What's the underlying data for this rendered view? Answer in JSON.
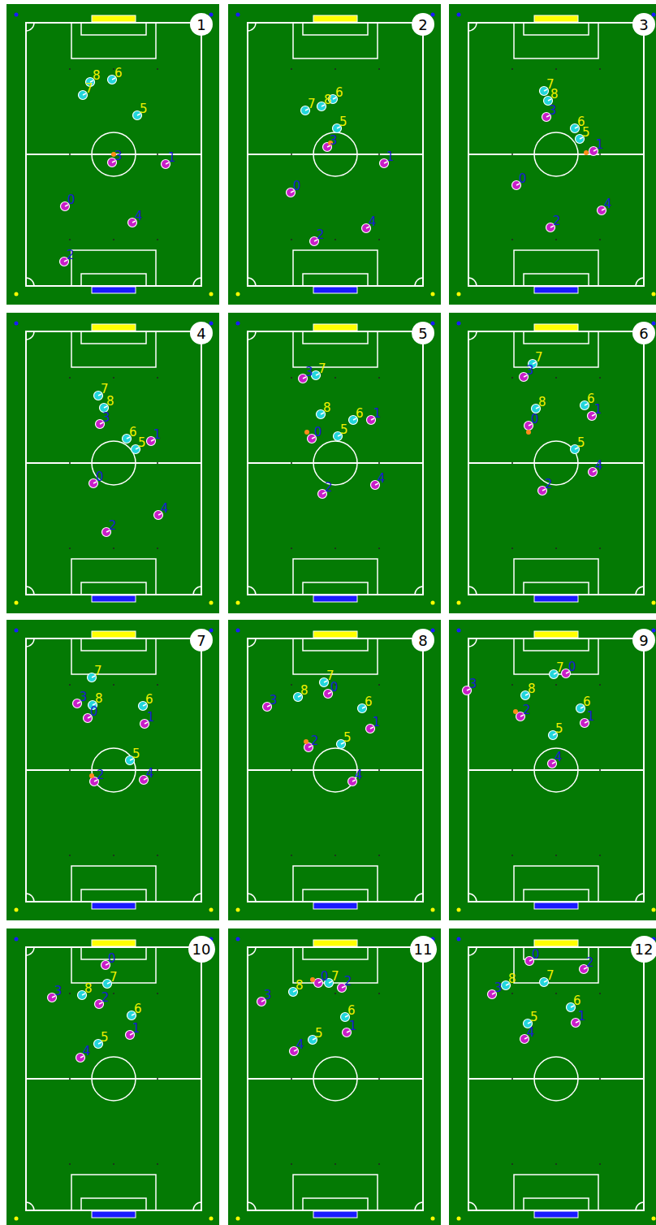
{
  "diagram": {
    "nodes": [
      {
        "text": [
          "1"
        ]
      },
      {
        "text": [
          "2"
        ]
      },
      {
        "text": [
          "3"
        ]
      },
      {
        "text": [
          "4"
        ]
      },
      {
        "text": [
          "5"
        ]
      },
      {
        "text": [
          "6"
        ]
      },
      {
        "text": [
          "7"
        ]
      },
      {
        "text": [
          "8"
        ]
      },
      {
        "text": [
          "9"
        ]
      },
      {
        "text": [
          "10"
        ]
      },
      {
        "text": [
          "11"
        ]
      },
      {
        "text": [
          "12"
        ]
      }
    ],
    "labels": [
      "7",
      "8",
      "6",
      "5",
      "3",
      "1",
      "0",
      "4",
      "2",
      "7",
      "8",
      "6",
      "5",
      "3",
      "1",
      "0",
      "4",
      "2",
      "7",
      "8",
      "3",
      "6",
      "5",
      "1",
      "0",
      "4",
      "2",
      "7",
      "8",
      "3",
      "6",
      "5",
      "1",
      "0",
      "4",
      "2",
      "3",
      "7",
      "8",
      "6",
      "1",
      "0",
      "5",
      "4",
      "2",
      "3",
      "7",
      "8",
      "6",
      "1",
      "0",
      "5",
      "4",
      "2",
      "7",
      "3",
      "8",
      "0",
      "6",
      "1",
      "5",
      "4",
      "2",
      "3",
      "8",
      "7",
      "0",
      "6",
      "1",
      "2",
      "5",
      "4",
      "3",
      "7",
      "0",
      "8",
      "6",
      "2",
      "1",
      "5",
      "4",
      "0",
      "7",
      "3",
      "8",
      "2",
      "6",
      "1",
      "5",
      "4",
      "3",
      "8",
      "0",
      "7",
      "2",
      "6",
      "1",
      "5",
      "4",
      "0",
      "2",
      "3",
      "8",
      "7",
      "6",
      "1",
      "5",
      "4"
    ]
  }
}
